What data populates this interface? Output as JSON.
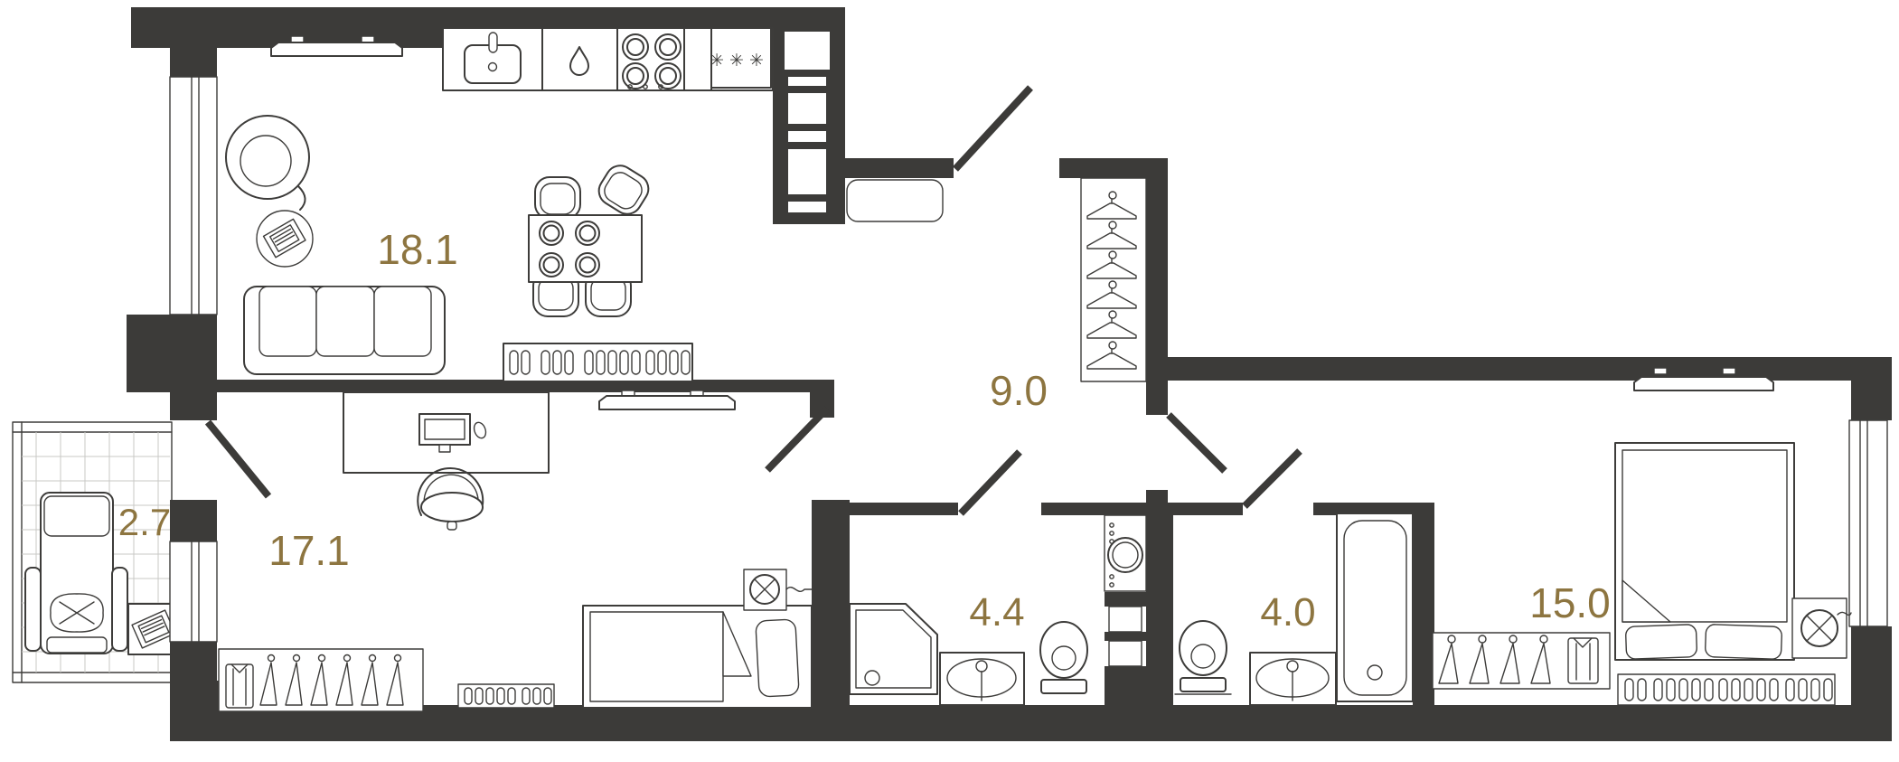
{
  "rooms": [
    {
      "name": "kitchen-living-room",
      "label": "18.1"
    },
    {
      "name": "room",
      "label": "17.1"
    },
    {
      "name": "balcony",
      "label": "2.7"
    },
    {
      "name": "hallway",
      "label": "9.0"
    },
    {
      "name": "bathroom",
      "label": "4.4"
    },
    {
      "name": "bathroom-2",
      "label": "4.0"
    },
    {
      "name": "bedroom",
      "label": "15.0"
    }
  ],
  "symbols": {
    "freezer": "✳✳✳"
  },
  "colors": {
    "wall": "#3c3b39",
    "line": "#3d3c3a",
    "label": "#8d7540",
    "grid": "#c8c8c6",
    "background": "#ffffff"
  }
}
